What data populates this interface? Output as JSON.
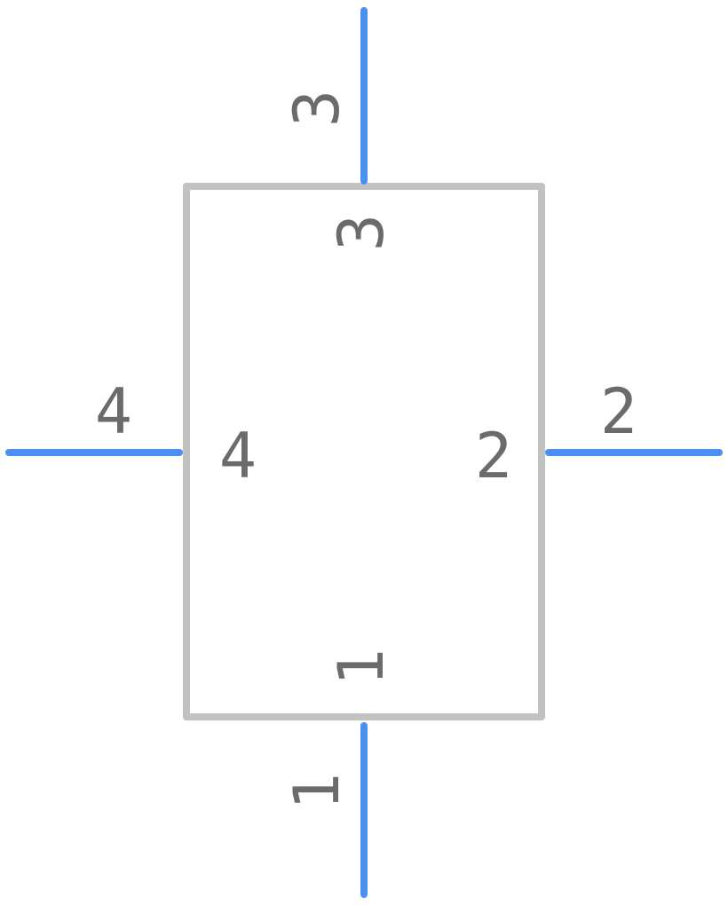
{
  "component": {
    "pins": [
      {
        "id": "pin-1",
        "number": "1",
        "name": "1",
        "side": "bottom"
      },
      {
        "id": "pin-2",
        "number": "2",
        "name": "2",
        "side": "right"
      },
      {
        "id": "pin-3",
        "number": "3",
        "name": "3",
        "side": "top"
      },
      {
        "id": "pin-4",
        "number": "4",
        "name": "4",
        "side": "left"
      }
    ]
  },
  "colors": {
    "pin": "#4a90f2",
    "body": "#c2c2c2",
    "text": "#6b6b6b",
    "background": "#ffffff"
  }
}
